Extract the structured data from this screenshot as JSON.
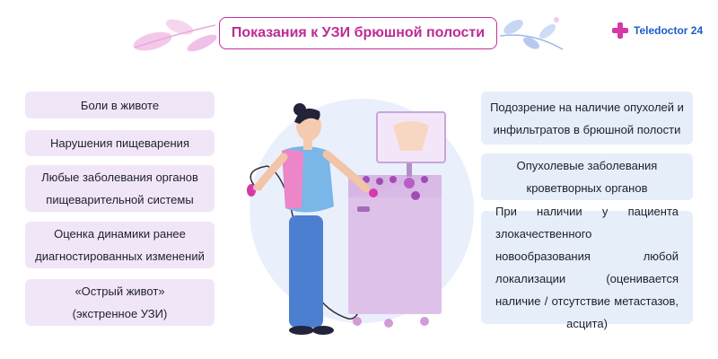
{
  "title": "Показания к УЗИ брюшной полости",
  "logo": {
    "text": "Teledoctor 24",
    "icon": "plus-cross-icon",
    "color": "#1d5cc8",
    "cross_color": "#d63aa8"
  },
  "left_items": [
    "Боли в животе",
    "Нарушения пищеварения",
    "Любые заболевания органов пищеварительной системы",
    "Оценка динамики ранее диагностированных изменений",
    "«Острый живот» (экстренное УЗИ)"
  ],
  "right_items": [
    "Подозрение на наличие опухолей и инфильтратов в брюшной полости",
    "Опухолевые заболевания кроветворных органов",
    "При наличии у пациента злокачественного новообразования любой локализации (оценивается наличие / отсутствие метастазов, асцита)"
  ],
  "colors": {
    "accent": "#bd2b94",
    "left_card": "#f1e6f7",
    "right_card": "#e6eef9"
  }
}
